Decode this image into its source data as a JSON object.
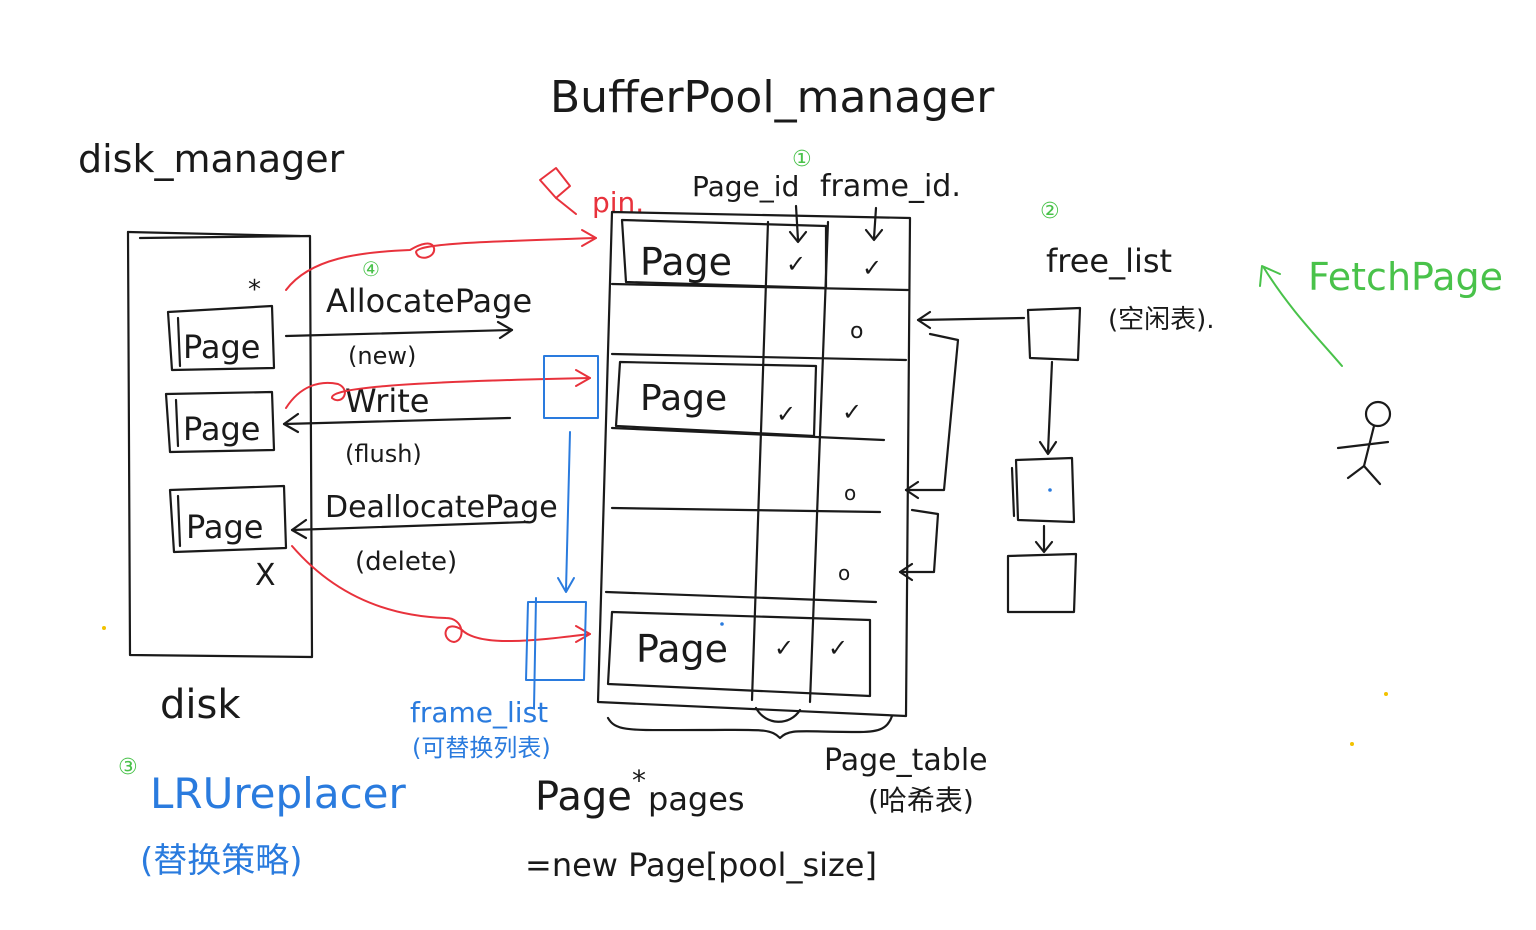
{
  "title": "BufferPool_manager",
  "disk_manager": {
    "title": "disk_manager",
    "disk_label": "disk",
    "star": "*",
    "pages": [
      "Page",
      "Page",
      "Page"
    ],
    "deleted_mark": "X"
  },
  "operations": {
    "allocate": {
      "number": "④",
      "label": "AllocatePage",
      "note": "(new)"
    },
    "write": {
      "label": "Write",
      "note": "(flush)"
    },
    "deallocate": {
      "label": "DeallocatePage",
      "note": "(delete)"
    }
  },
  "pin_label": "pin.",
  "page_table": {
    "number": "①",
    "col_page_id": "Page_id",
    "col_frame_id": "frame_id.",
    "page_label": "Page",
    "check": "✓",
    "empty": "o",
    "brace_label": "Page_table",
    "brace_note": "(哈希表)"
  },
  "free_list": {
    "number": "②",
    "label": "free_list",
    "note": "(空闲表)."
  },
  "fetch_page": {
    "label": "FetchPage"
  },
  "frame_list": {
    "label": "frame_list",
    "note": "(可替换列表)"
  },
  "lru": {
    "number": "③",
    "label": "LRUreplacer",
    "note": "(替换策略)"
  },
  "pages_decl": {
    "line1_type": "Page",
    "line1_star": "*",
    "line1_name": "pages",
    "line2": "=new Page[pool_size]"
  },
  "colors": {
    "black": "#1a1a1a",
    "red": "#e8323c",
    "blue": "#2a7bde",
    "green": "#49c24a",
    "yellow": "#f2c200"
  }
}
